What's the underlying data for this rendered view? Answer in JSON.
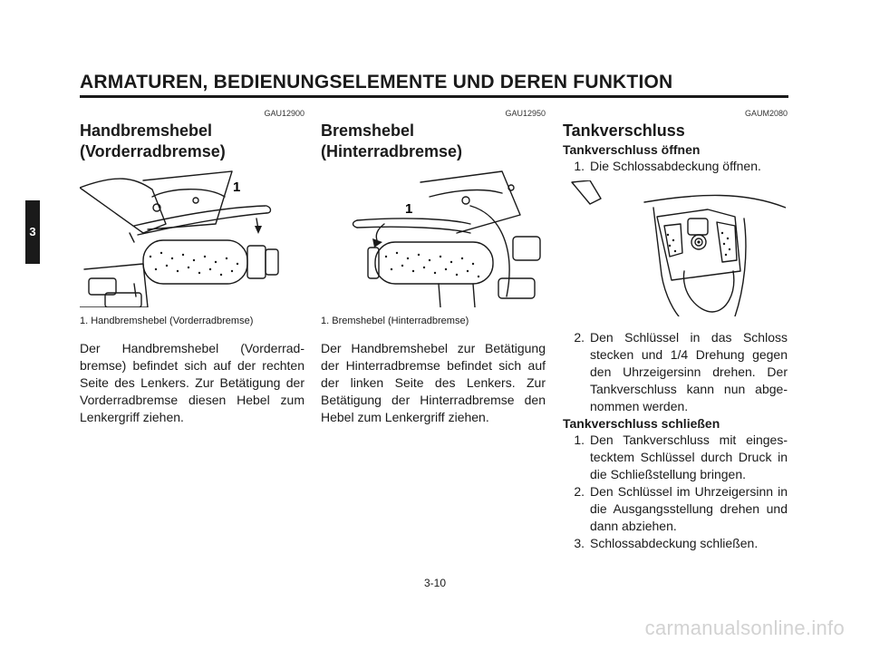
{
  "header": {
    "title": "ARMATUREN, BEDIENUNGSELEMENTE UND DEREN FUNKTION"
  },
  "chapter_tab": "3",
  "columns": {
    "front_brake": {
      "code": "GAU12900",
      "title_line1": "Handbremshebel",
      "title_line2": "(Vorderradbremse)",
      "figure_callout": "1",
      "caption": "1. Handbremshebel (Vorderradbremse)",
      "body": "Der Handbremshebel (Vorderrad-bremse) befindet sich auf der rechten Seite des Lenkers. Zur Betätigung der Vorderradbremse diesen Hebel zum Lenkergriff ziehen."
    },
    "rear_brake": {
      "code": "GAU12950",
      "title_line1": "Bremshebel",
      "title_line2": "(Hinterradbremse)",
      "figure_callout": "1",
      "caption": "1. Bremshebel (Hinterradbremse)",
      "body": "Der Handbremshebel zur Betätigung der Hinterradbremse befindet sich auf der linken Seite des Lenkers. Zur Betätigung der Hinterradbremse den Hebel zum Lenkergriff ziehen."
    },
    "fuel_cap": {
      "code": "GAUM2080",
      "title": "Tankverschluss",
      "open_heading": "Tankverschluss öffnen",
      "open_steps": [
        {
          "num": "1.",
          "text": "Die Schlossabdeckung öffnen."
        },
        {
          "num": "2.",
          "text": "Den Schlüssel in das Schloss stecken und 1/4 Drehung gegen den Uhrzeigersinn drehen. Der Tankverschluss kann nun abge-nommen werden."
        }
      ],
      "close_heading": "Tankverschluss schließen",
      "close_steps": [
        {
          "num": "1.",
          "text": "Den Tankverschluss mit einges-tecktem Schlüssel durch Druck in die Schließstellung bringen."
        },
        {
          "num": "2.",
          "text": "Den Schlüssel im Uhrzeigersinn in die Ausgangsstellung drehen und dann abziehen."
        },
        {
          "num": "3.",
          "text": "Schlossabdeckung schließen."
        }
      ]
    }
  },
  "page_number": "3-10",
  "watermark": "carmanualsonline.info"
}
